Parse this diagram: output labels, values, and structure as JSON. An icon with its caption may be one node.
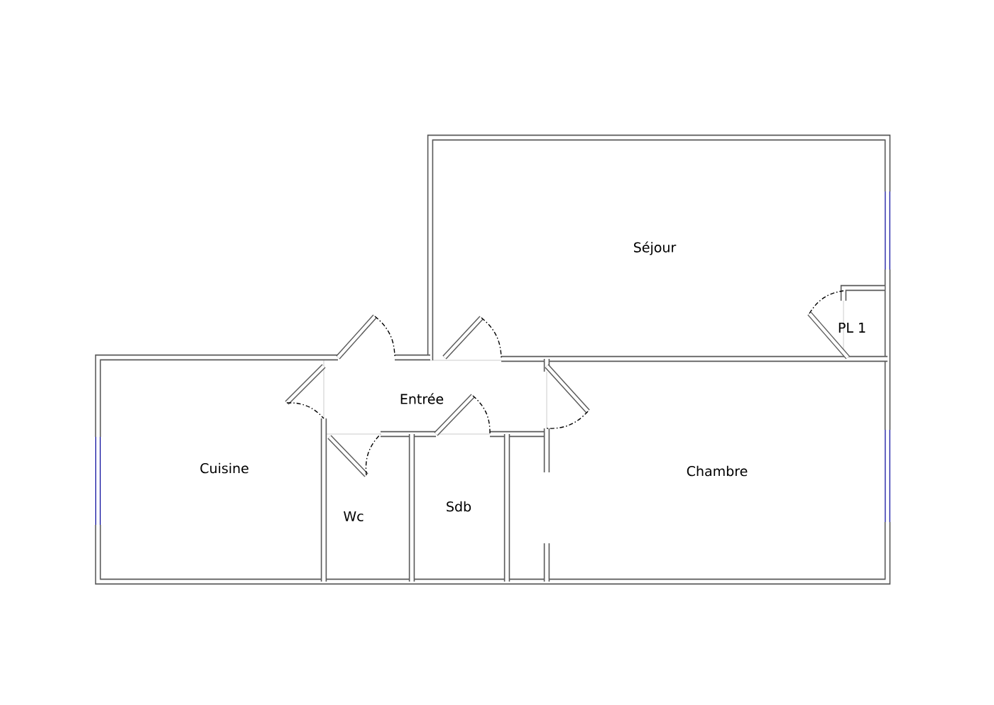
{
  "diagram": {
    "nodes": [
      {
        "text": [
          "Séjour"
        ]
      },
      {
        "text": [
          "PL 1"
        ]
      },
      {
        "text": [
          "Entrée"
        ]
      },
      {
        "text": [
          "Cuisine"
        ]
      },
      {
        "text": [
          "Chambre"
        ]
      },
      {
        "text": [
          "Sdb"
        ]
      },
      {
        "text": [
          "Wc"
        ]
      }
    ],
    "edges": []
  }
}
